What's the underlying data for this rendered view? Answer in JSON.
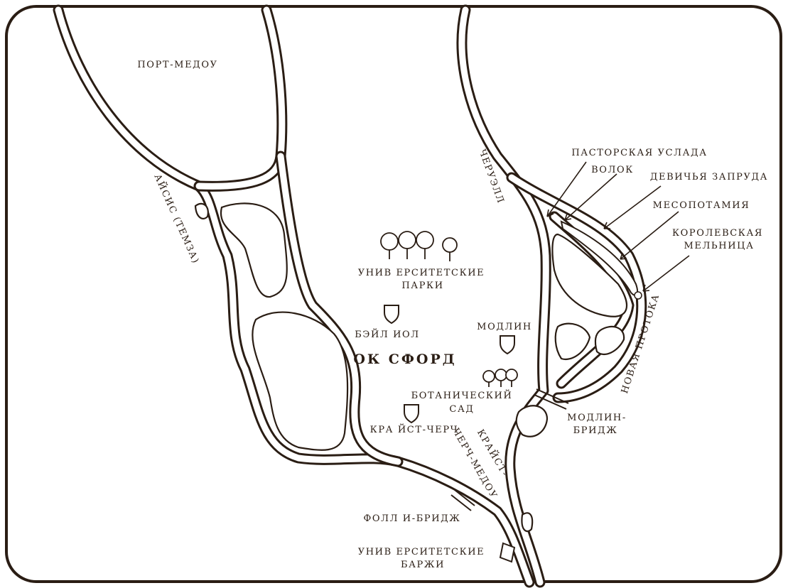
{
  "map": {
    "regions": {
      "port_meadow": "ПОРТ-МЕДОУ",
      "univ_parks": [
        "УНИВ ЕРСИТЕТСКИЕ",
        "ПАРКИ"
      ],
      "balliol": "БЭЙЛ ИОЛ",
      "oxford": "ОК СФОРД",
      "magdalen": "МОДЛИН",
      "botanic": [
        "БОТАНИЧЕСКИЙ",
        "САД"
      ],
      "christ_church": "КРА ЙСТ-ЧЕРЧ",
      "christ_church_meadow": [
        "КРАЙСТ-",
        "ЧЕРЧ-МЕДОУ"
      ],
      "magdalen_bridge": [
        "МОДЛИН-",
        "БРИДЖ"
      ],
      "folly_bridge": "ФОЛЛ И-БРИДЖ",
      "univ_barges": [
        "УНИВ ЕРСИТЕТСКИЕ",
        "БАРЖИ"
      ]
    },
    "rivers": {
      "isis": "АЙСИС (ТЕМЗА)",
      "cherwell": "ЧЕРУЭЛЛ",
      "new_cut": "НОВАЯ ПРОТОКА"
    },
    "callouts": {
      "parsons_pleasure": "ПАСТОРСКАЯ УСЛАДА",
      "rollers": "ВОЛОК",
      "dames_delight": "ДЕВИЧЬЯ ЗАПРУДА",
      "mesopotamia": "МЕСОПОТАМИЯ",
      "kings_mill": [
        "КОРОЛЕВСКАЯ",
        "МЕЛЬНИЦА"
      ]
    },
    "colors": {
      "ink": "#2a1d14",
      "paper": "#ffffff"
    }
  }
}
